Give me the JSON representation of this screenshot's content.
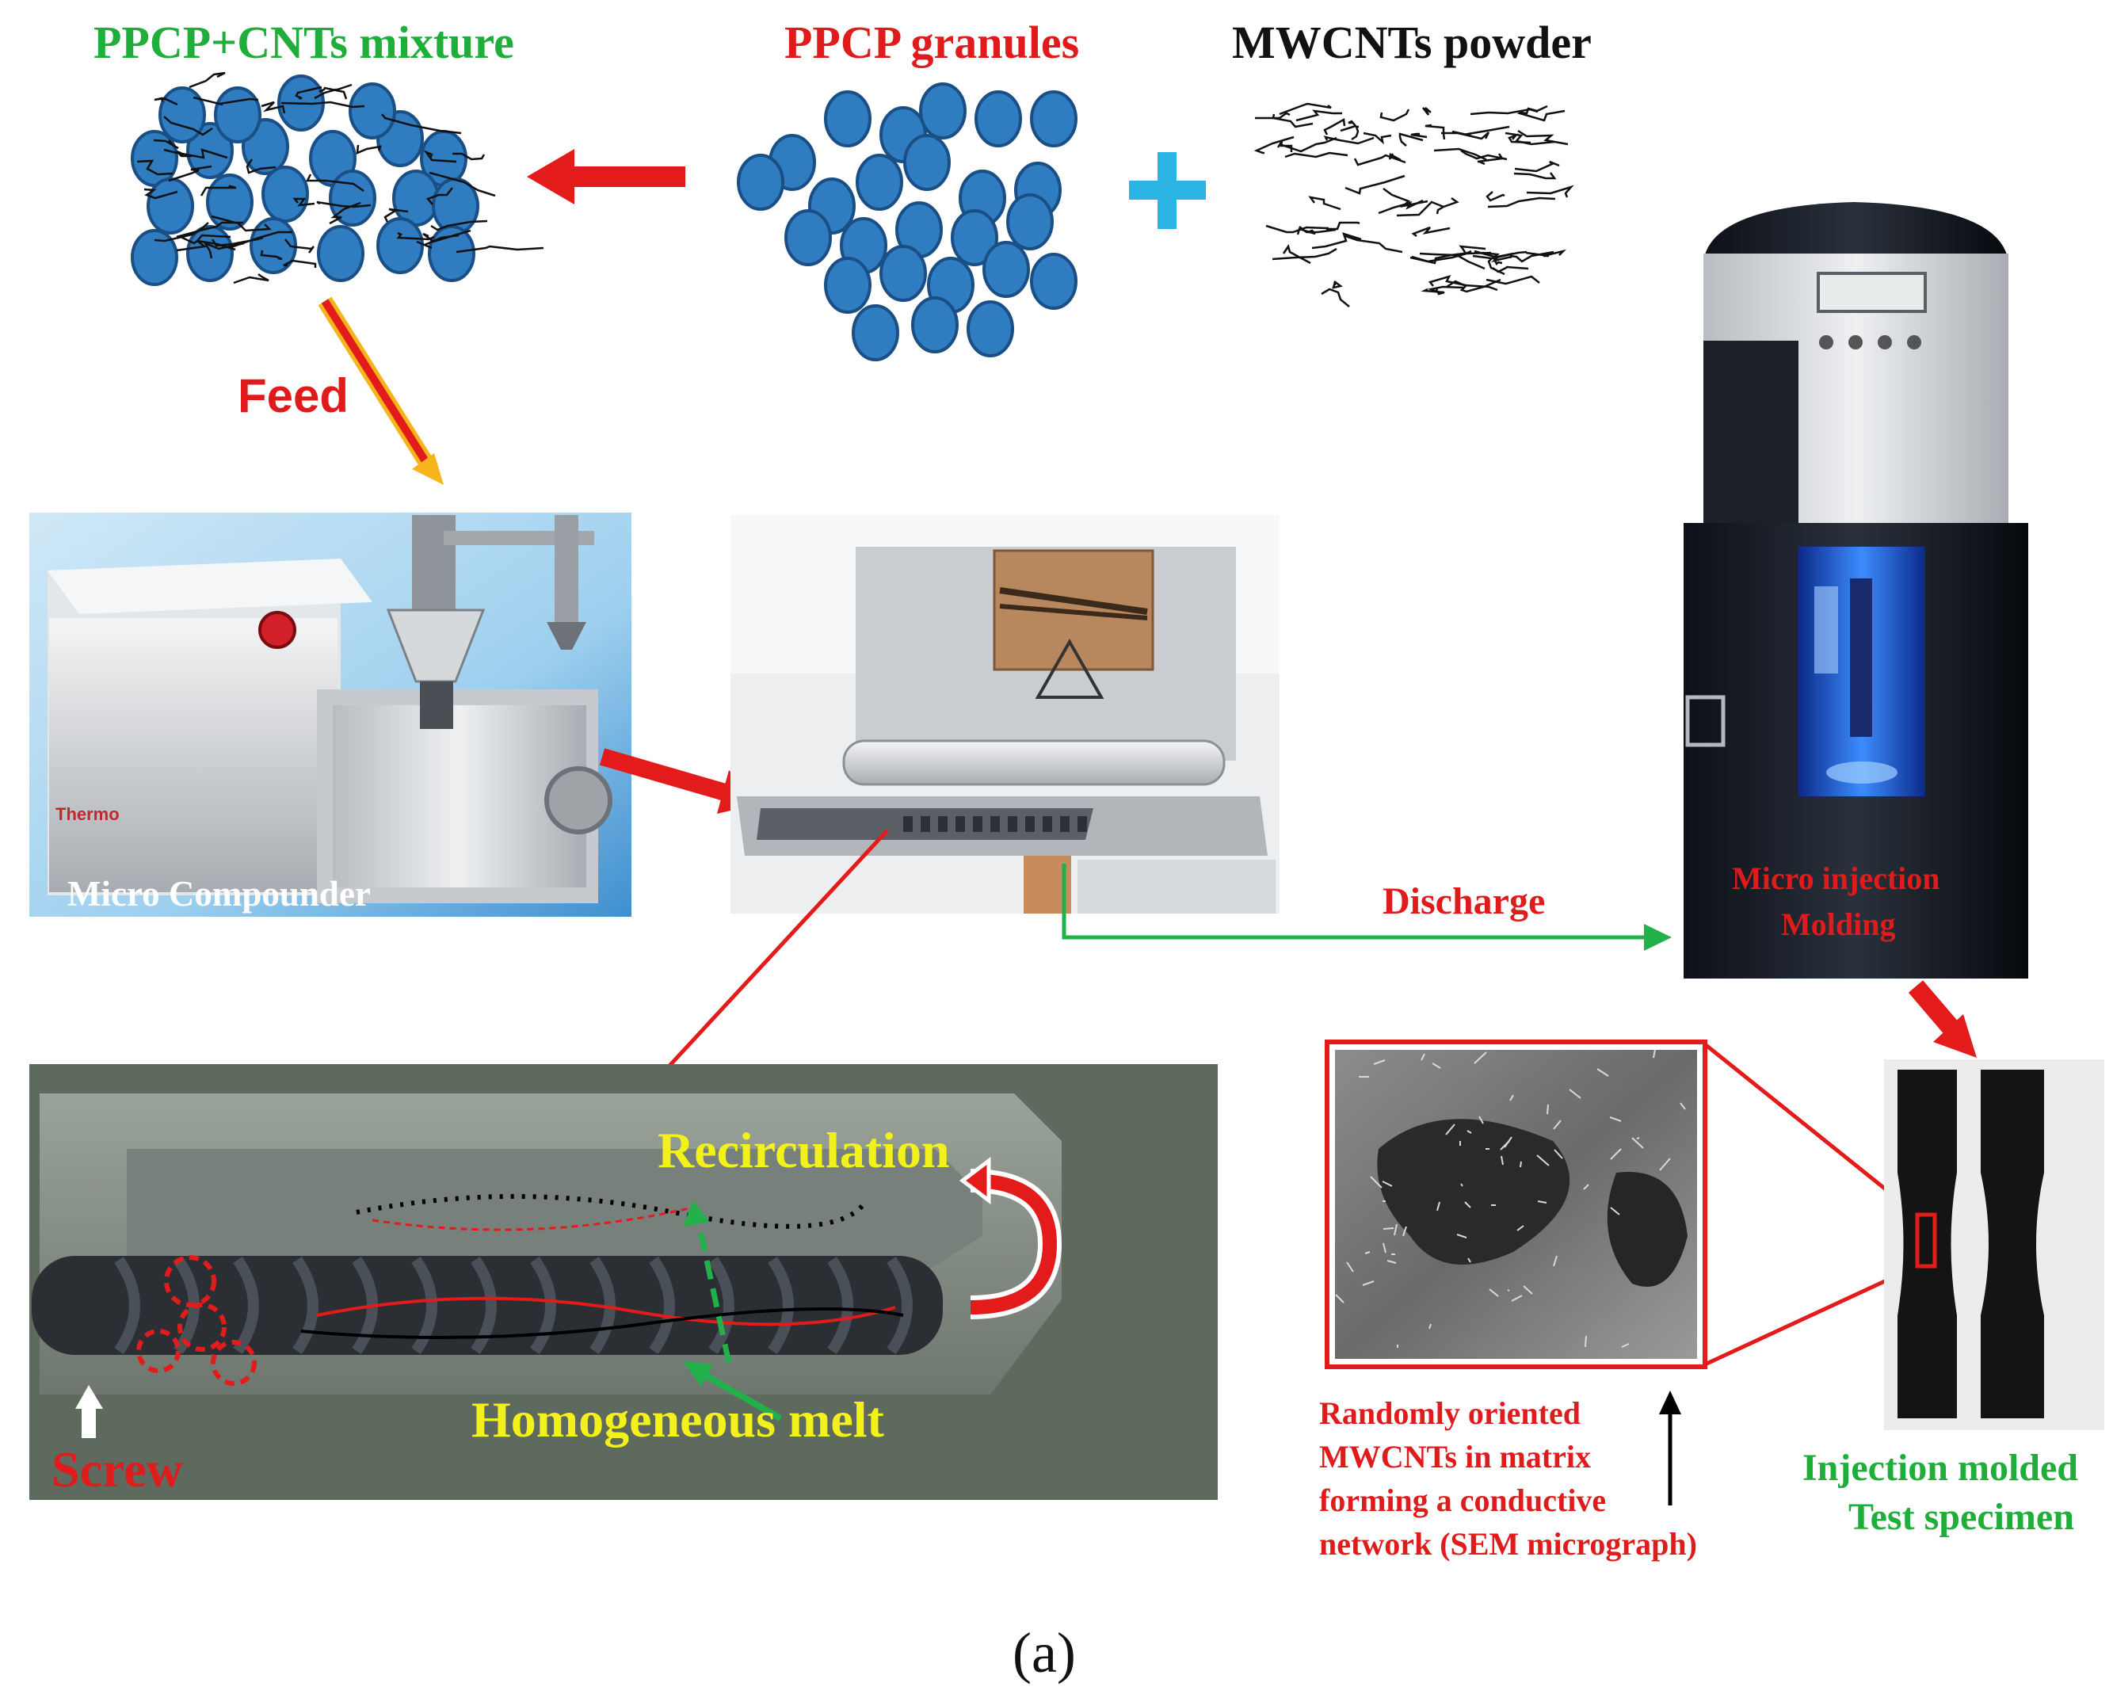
{
  "labels": {
    "mixture": "PPCP+CNTs mixture",
    "granules": "PPCP granules",
    "powder": "MWCNTs powder",
    "feed": "Feed",
    "micro_compounder": "Micro Compounder",
    "discharge": "Discharge",
    "micro_injection_line1": "Micro injection",
    "micro_injection_line2": "Molding",
    "recirculation": "Recirculation",
    "homogeneous_melt": "Homogeneous melt",
    "screw": "Screw",
    "sem_line1": "Randomly oriented",
    "sem_line2": "MWCNTs  in  matrix",
    "sem_line3": "forming a  conductive",
    "sem_line4": "network (SEM micrograph)",
    "specimen_line1": "Injection molded",
    "specimen_line2": "Test specimen",
    "panel": "(a)"
  },
  "colors": {
    "green_text": "#1fae3a",
    "red_text": "#e01b1b",
    "yellow_text": "#f2f21a",
    "granule_fill": "#2f7cc0",
    "granule_stroke": "#1a4f86",
    "arrow_red": "#e31b1b",
    "arrow_green": "#22b04b",
    "plus_cyan": "#2bb3e3"
  }
}
